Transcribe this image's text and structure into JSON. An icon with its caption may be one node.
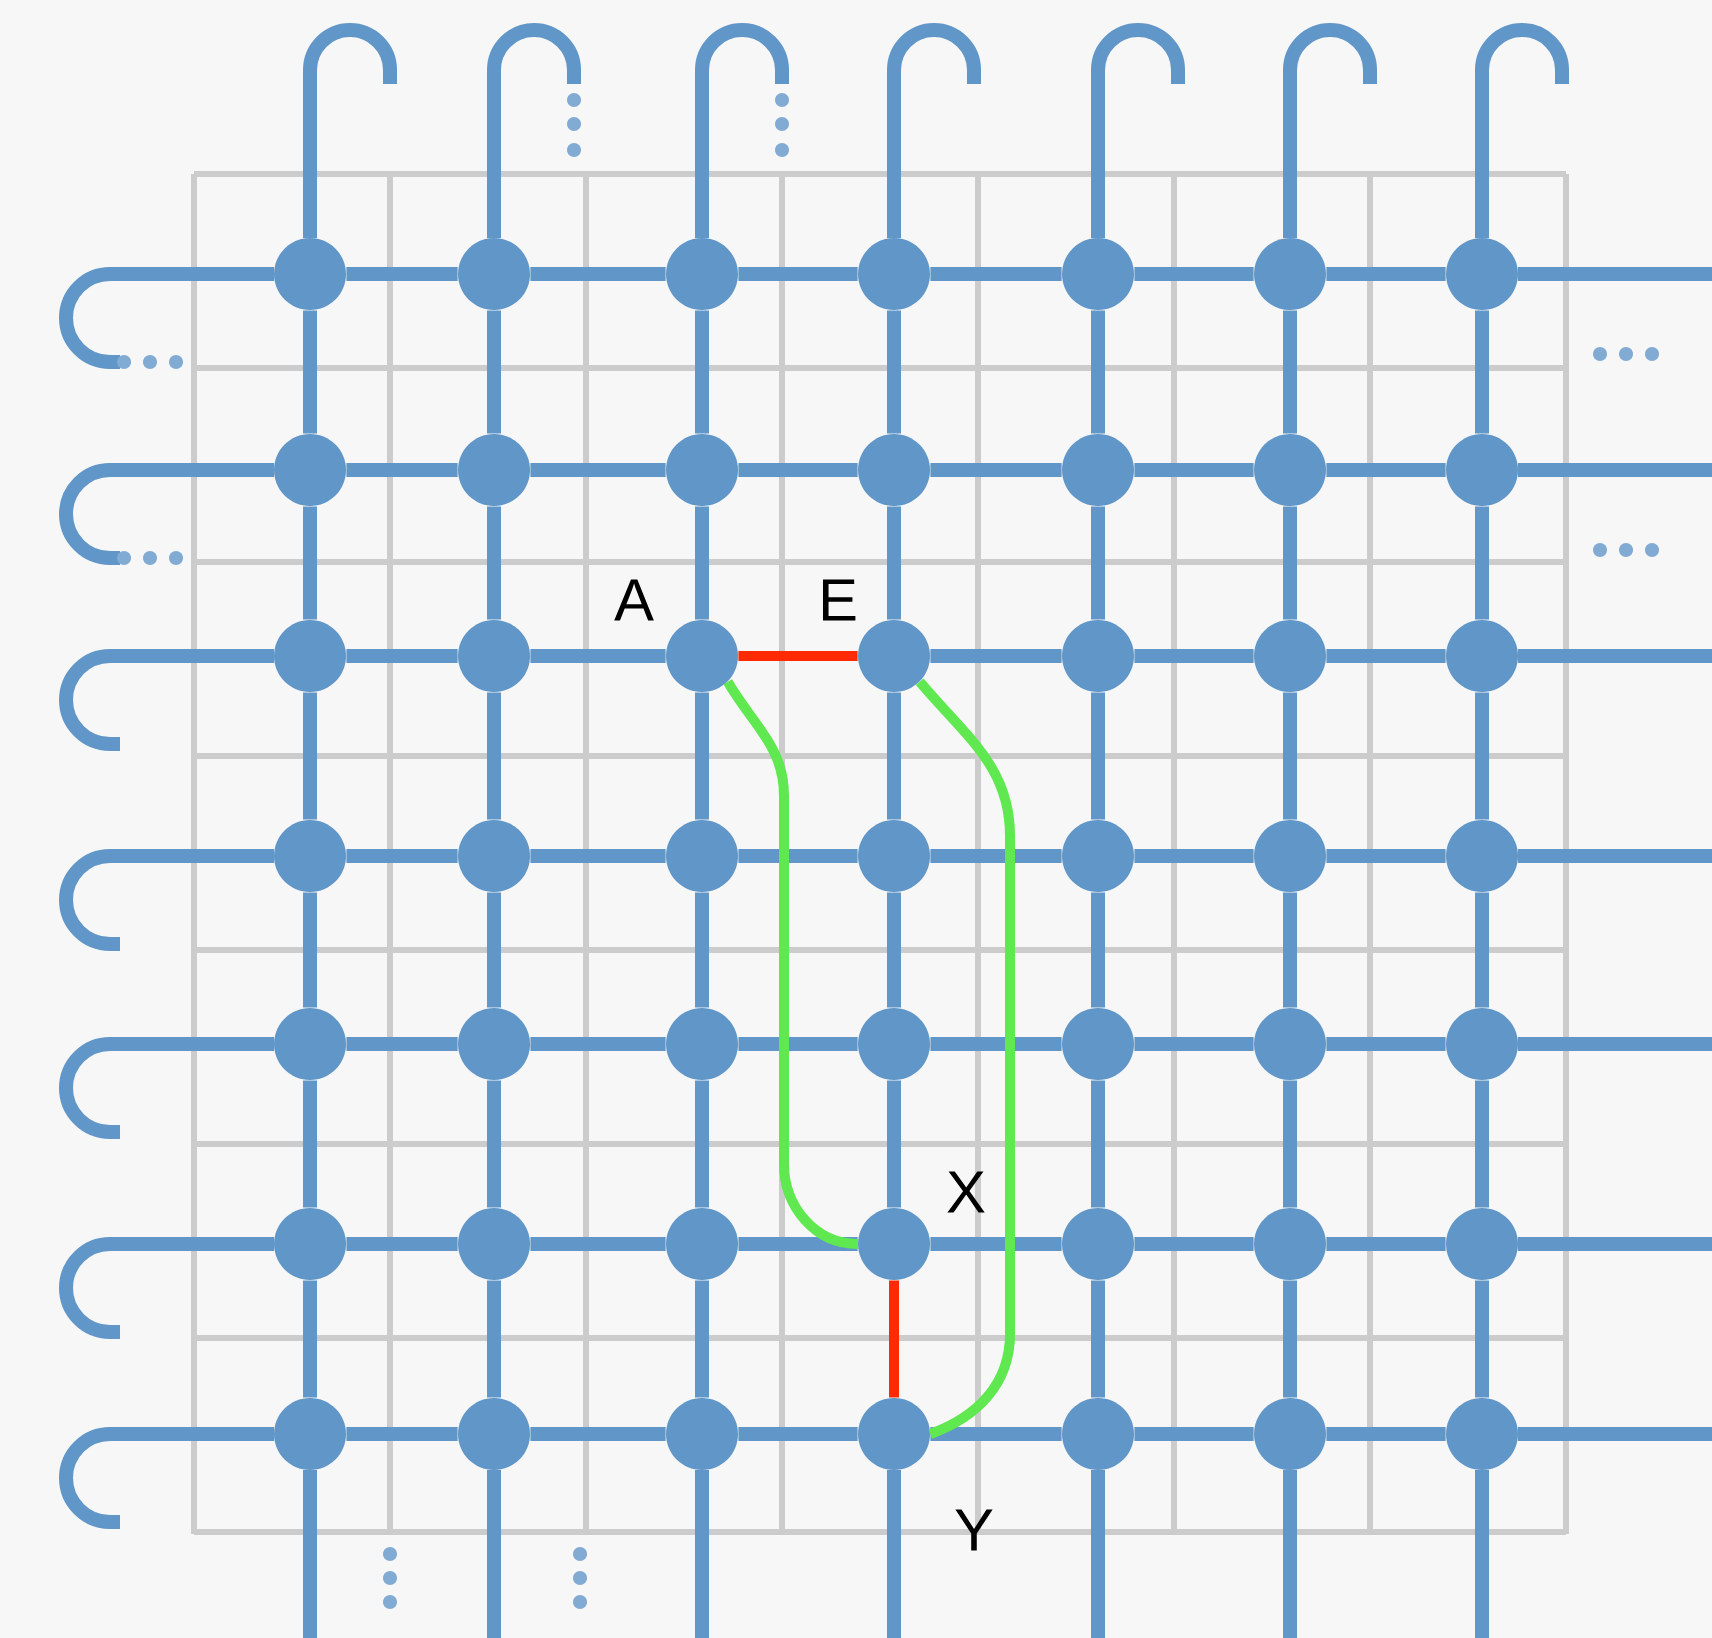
{
  "diagram": {
    "nodes": [
      {
        "text": [],
        "shape": "circle"
      },
      {
        "text": [],
        "shape": "circle"
      },
      {
        "text": [],
        "shape": "circle"
      },
      {
        "text": [],
        "shape": "circle"
      },
      {
        "text": [],
        "shape": "circle"
      },
      {
        "text": [],
        "shape": "circle"
      },
      {
        "text": [],
        "shape": "circle"
      },
      {
        "text": [],
        "shape": "circle"
      },
      {
        "text": [],
        "shape": "circle"
      },
      {
        "text": [],
        "shape": "circle"
      },
      {
        "text": [],
        "shape": "circle"
      },
      {
        "text": [],
        "shape": "circle"
      },
      {
        "text": [],
        "shape": "circle"
      },
      {
        "text": [],
        "shape": "circle"
      },
      {
        "text": [],
        "shape": "circle"
      },
      {
        "text": [],
        "shape": "circle"
      },
      {
        "text": [],
        "shape": "circle",
        "beside": [
          "A"
        ]
      },
      {
        "text": [],
        "shape": "circle",
        "beside": [
          "E"
        ]
      },
      {
        "text": [],
        "shape": "circle"
      },
      {
        "text": [],
        "shape": "circle"
      },
      {
        "text": [],
        "shape": "circle"
      },
      {
        "text": [],
        "shape": "circle"
      },
      {
        "text": [],
        "shape": "circle"
      },
      {
        "text": [],
        "shape": "circle"
      },
      {
        "text": [],
        "shape": "circle"
      },
      {
        "text": [],
        "shape": "circle"
      },
      {
        "text": [],
        "shape": "circle"
      },
      {
        "text": [],
        "shape": "circle"
      },
      {
        "text": [],
        "shape": "circle"
      },
      {
        "text": [],
        "shape": "circle"
      },
      {
        "text": [],
        "shape": "circle"
      },
      {
        "text": [],
        "shape": "circle"
      },
      {
        "text": [],
        "shape": "circle"
      },
      {
        "text": [],
        "shape": "circle"
      },
      {
        "text": [],
        "shape": "circle"
      },
      {
        "text": [],
        "shape": "circle"
      },
      {
        "text": [],
        "shape": "circle"
      },
      {
        "text": [],
        "shape": "circle"
      },
      {
        "text": [],
        "shape": "circle",
        "beside": [
          "X"
        ]
      },
      {
        "text": [],
        "shape": "circle"
      },
      {
        "text": [],
        "shape": "circle"
      },
      {
        "text": [],
        "shape": "circle"
      },
      {
        "text": [],
        "shape": "circle"
      },
      {
        "text": [],
        "shape": "circle"
      },
      {
        "text": [],
        "shape": "circle"
      },
      {
        "text": [],
        "shape": "circle",
        "beside": [
          "Y"
        ]
      },
      {
        "text": [],
        "shape": "circle"
      },
      {
        "text": [],
        "shape": "circle"
      },
      {
        "text": [],
        "shape": "circle"
      }
    ],
    "edges": [
      {
        "from": 0,
        "to": 1,
        "arrow": "none"
      },
      {
        "from": 1,
        "to": 2,
        "arrow": "none"
      },
      {
        "from": 2,
        "to": 3,
        "arrow": "none"
      },
      {
        "from": 3,
        "to": 4,
        "arrow": "none"
      },
      {
        "from": 4,
        "to": 5,
        "arrow": "none"
      },
      {
        "from": 5,
        "to": 6,
        "arrow": "none"
      },
      {
        "from": 7,
        "to": 8,
        "arrow": "none"
      },
      {
        "from": 8,
        "to": 9,
        "arrow": "none"
      },
      {
        "from": 9,
        "to": 10,
        "arrow": "none"
      },
      {
        "from": 10,
        "to": 11,
        "arrow": "none"
      },
      {
        "from": 11,
        "to": 12,
        "arrow": "none"
      },
      {
        "from": 12,
        "to": 13,
        "arrow": "none"
      },
      {
        "from": 14,
        "to": 15,
        "arrow": "none"
      },
      {
        "from": 15,
        "to": 16,
        "arrow": "none"
      },
      {
        "from": 16,
        "to": 17,
        "arrow": "none",
        "color": "#ff2a00"
      },
      {
        "from": 17,
        "to": 18,
        "arrow": "none"
      },
      {
        "from": 18,
        "to": 19,
        "arrow": "none"
      },
      {
        "from": 19,
        "to": 20,
        "arrow": "none"
      },
      {
        "from": 21,
        "to": 22,
        "arrow": "none"
      },
      {
        "from": 22,
        "to": 23,
        "arrow": "none"
      },
      {
        "from": 23,
        "to": 24,
        "arrow": "none"
      },
      {
        "from": 24,
        "to": 25,
        "arrow": "none"
      },
      {
        "from": 25,
        "to": 26,
        "arrow": "none"
      },
      {
        "from": 26,
        "to": 27,
        "arrow": "none"
      },
      {
        "from": 28,
        "to": 29,
        "arrow": "none"
      },
      {
        "from": 29,
        "to": 30,
        "arrow": "none"
      },
      {
        "from": 30,
        "to": 31,
        "arrow": "none"
      },
      {
        "from": 31,
        "to": 32,
        "arrow": "none"
      },
      {
        "from": 32,
        "to": 33,
        "arrow": "none"
      },
      {
        "from": 33,
        "to": 34,
        "arrow": "none"
      },
      {
        "from": 35,
        "to": 36,
        "arrow": "none"
      },
      {
        "from": 36,
        "to": 37,
        "arrow": "none"
      },
      {
        "from": 37,
        "to": 38,
        "arrow": "none"
      },
      {
        "from": 38,
        "to": 39,
        "arrow": "none"
      },
      {
        "from": 39,
        "to": 40,
        "arrow": "none"
      },
      {
        "from": 40,
        "to": 41,
        "arrow": "none"
      },
      {
        "from": 42,
        "to": 43,
        "arrow": "none"
      },
      {
        "from": 43,
        "to": 44,
        "arrow": "none"
      },
      {
        "from": 44,
        "to": 45,
        "arrow": "none"
      },
      {
        "from": 45,
        "to": 46,
        "arrow": "none"
      },
      {
        "from": 46,
        "to": 47,
        "arrow": "none"
      },
      {
        "from": 47,
        "to": 48,
        "arrow": "none"
      },
      {
        "from": 0,
        "to": 7,
        "arrow": "none"
      },
      {
        "from": 7,
        "to": 14,
        "arrow": "none"
      },
      {
        "from": 14,
        "to": 21,
        "arrow": "none"
      },
      {
        "from": 21,
        "to": 28,
        "arrow": "none"
      },
      {
        "from": 28,
        "to": 35,
        "arrow": "none"
      },
      {
        "from": 35,
        "to": 42,
        "arrow": "none"
      },
      {
        "from": 1,
        "to": 8,
        "arrow": "none"
      },
      {
        "from": 8,
        "to": 15,
        "arrow": "none"
      },
      {
        "from": 15,
        "to": 22,
        "arrow": "none"
      },
      {
        "from": 22,
        "to": 29,
        "arrow": "none"
      },
      {
        "from": 29,
        "to": 36,
        "arrow": "none"
      },
      {
        "from": 36,
        "to": 43,
        "arrow": "none"
      },
      {
        "from": 2,
        "to": 9,
        "arrow": "none"
      },
      {
        "from": 9,
        "to": 16,
        "arrow": "none"
      },
      {
        "from": 16,
        "to": 23,
        "arrow": "none"
      },
      {
        "from": 23,
        "to": 30,
        "arrow": "none"
      },
      {
        "from": 30,
        "to": 37,
        "arrow": "none"
      },
      {
        "from": 37,
        "to": 44,
        "arrow": "none"
      },
      {
        "from": 3,
        "to": 10,
        "arrow": "none"
      },
      {
        "from": 10,
        "to": 17,
        "arrow": "none"
      },
      {
        "from": 17,
        "to": 24,
        "arrow": "none"
      },
      {
        "from": 24,
        "to": 31,
        "arrow": "none"
      },
      {
        "from": 31,
        "to": 38,
        "arrow": "none"
      },
      {
        "from": 38,
        "to": 45,
        "arrow": "none",
        "color": "#ff2a00"
      },
      {
        "from": 4,
        "to": 11,
        "arrow": "none"
      },
      {
        "from": 11,
        "to": 18,
        "arrow": "none"
      },
      {
        "from": 18,
        "to": 25,
        "arrow": "none"
      },
      {
        "from": 25,
        "to": 32,
        "arrow": "none"
      },
      {
        "from": 32,
        "to": 39,
        "arrow": "none"
      },
      {
        "from": 39,
        "to": 46,
        "arrow": "none"
      },
      {
        "from": 5,
        "to": 12,
        "arrow": "none"
      },
      {
        "from": 12,
        "to": 19,
        "arrow": "none"
      },
      {
        "from": 19,
        "to": 26,
        "arrow": "none"
      },
      {
        "from": 26,
        "to": 33,
        "arrow": "none"
      },
      {
        "from": 33,
        "to": 40,
        "arrow": "none"
      },
      {
        "from": 40,
        "to": 47,
        "arrow": "none"
      },
      {
        "from": 6,
        "to": 13,
        "arrow": "none"
      },
      {
        "from": 13,
        "to": 20,
        "arrow": "none"
      },
      {
        "from": 20,
        "to": 27,
        "arrow": "none"
      },
      {
        "from": 27,
        "to": 34,
        "arrow": "none"
      },
      {
        "from": 34,
        "to": 41,
        "arrow": "none"
      },
      {
        "from": 41,
        "to": 48,
        "arrow": "none"
      },
      {
        "from": 16,
        "to": 38,
        "arrow": "none",
        "color": "#5fe84f"
      },
      {
        "from": 17,
        "to": 45,
        "arrow": "none",
        "color": "#5fe84f"
      }
    ]
  }
}
